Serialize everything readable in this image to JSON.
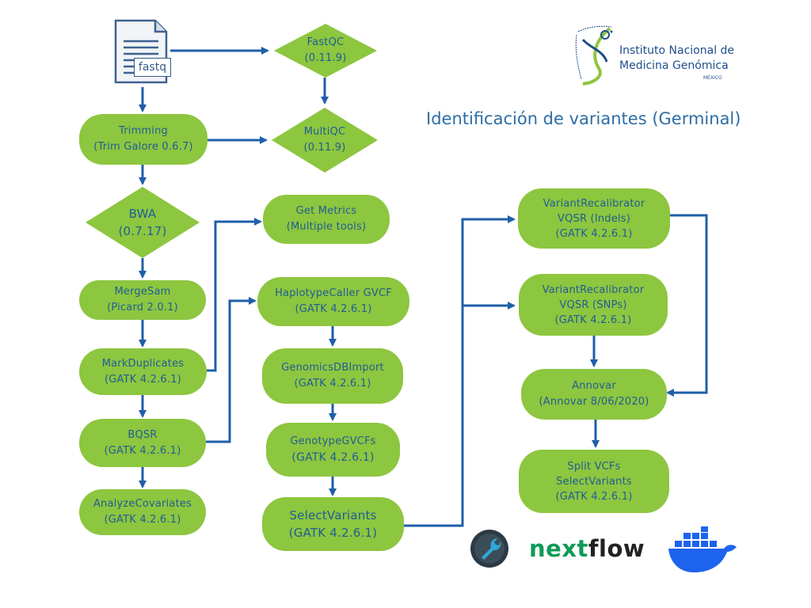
{
  "header": {
    "title": "Identificación de variantes (Germinal)"
  },
  "institution": {
    "line1": "Instituto Nacional de",
    "line2": "Medicina Genómica",
    "line3": "MÉXICO"
  },
  "input_file": {
    "label": "fastq"
  },
  "nodes": {
    "fastqc": {
      "line1": "FastQC",
      "line2": "(0.11.9)"
    },
    "multiqc": {
      "line1": "MultiQC",
      "line2": "(0.11.9)"
    },
    "trimming": {
      "line1": "Trimming",
      "line2": "(Trim Galore 0.6.7)"
    },
    "bwa": {
      "line1": "BWA",
      "line2": "(0.7.17)"
    },
    "mergesam": {
      "line1": "MergeSam",
      "line2": "(Picard 2.0.1)"
    },
    "markduplicates": {
      "line1": "MarkDuplicates",
      "line2": "(GATK 4.2.6.1)"
    },
    "bqsr": {
      "line1": "BQSR",
      "line2": "(GATK 4.2.6.1)"
    },
    "analyzecovariates": {
      "line1": "AnalyzeCovariates",
      "line2": "(GATK 4.2.6.1)"
    },
    "getmetrics": {
      "line1": "Get Metrics",
      "line2": "(Multiple tools)"
    },
    "haplotypecaller": {
      "line1": "HaplotypeCaller GVCF",
      "line2": "(GATK 4.2.6.1)"
    },
    "genomicsdbimport": {
      "line1": "GenomicsDBImport",
      "line2": "(GATK 4.2.6.1)"
    },
    "genotypegvcfs": {
      "line1": "GenotypeGVCFs",
      "line2": "(GATK 4.2.6.1)"
    },
    "selectvariants": {
      "line1": "SelectVariants",
      "line2": "(GATK 4.2.6.1)"
    },
    "vqsr_indels": {
      "line1": "VariantRecalibrator",
      "line2": "VQSR (Indels)",
      "line3": "(GATK 4.2.6.1)"
    },
    "vqsr_snps": {
      "line1": "VariantRecalibrator",
      "line2": "VQSR (SNPs)",
      "line3": "(GATK 4.2.6.1)"
    },
    "annovar": {
      "line1": "Annovar",
      "line2": "(Annovar 8/06/2020)"
    },
    "split_vcfs": {
      "line1": "Split VCFs",
      "line2": "SelectVariants",
      "line3": "(GATK 4.2.6.1)"
    }
  },
  "logos": {
    "nextflow_a": "next",
    "nextflow_b": "flow"
  },
  "colors": {
    "node_fill": "#8dc63f",
    "node_text": "#1f5e93",
    "arrow": "#1f5fa8",
    "docker_blue": "#1d63ed",
    "nextflow_green": "#0e9b57"
  }
}
